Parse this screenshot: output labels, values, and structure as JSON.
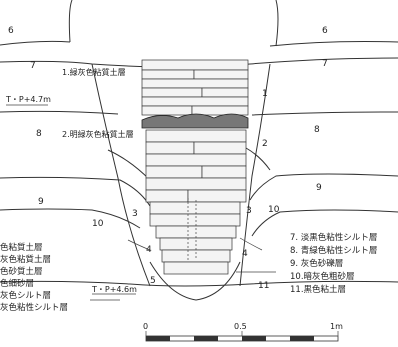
{
  "layer_numbers": {
    "n1": "1",
    "n2": "2",
    "n3a": "3",
    "n3b": "3",
    "n4a": "4",
    "n4b": "4",
    "n5": "5",
    "n6a": "6",
    "n6b": "6",
    "n7a": "7",
    "n7b": "7",
    "n8a": "8",
    "n8b": "8",
    "n9a": "9",
    "n9b": "9",
    "n10a": "10",
    "n10b": "10",
    "n11": "11"
  },
  "annotations": {
    "layer1_label": "1.緑灰色粘質土層",
    "layer2_label": "2.明緑灰色粘質土層",
    "tp_upper": "T・P+4.7m",
    "tp_lower": "T・P+4.6m"
  },
  "legend_left": [
    "色粘質土層",
    "灰色粘質土層",
    "色砂質土層",
    "色細砂層",
    "灰色シルト層",
    "灰色粘性シルト層"
  ],
  "legend_right": [
    "7. 淡黒色粘性シルト層",
    "8. 青緑色粘性シルト層",
    "9. 灰色砂礫層",
    "10.暗灰色粗砂層",
    "11.黒色粘土層"
  ],
  "scale": {
    "start": "0",
    "mid": "0.5",
    "end": "1m"
  }
}
